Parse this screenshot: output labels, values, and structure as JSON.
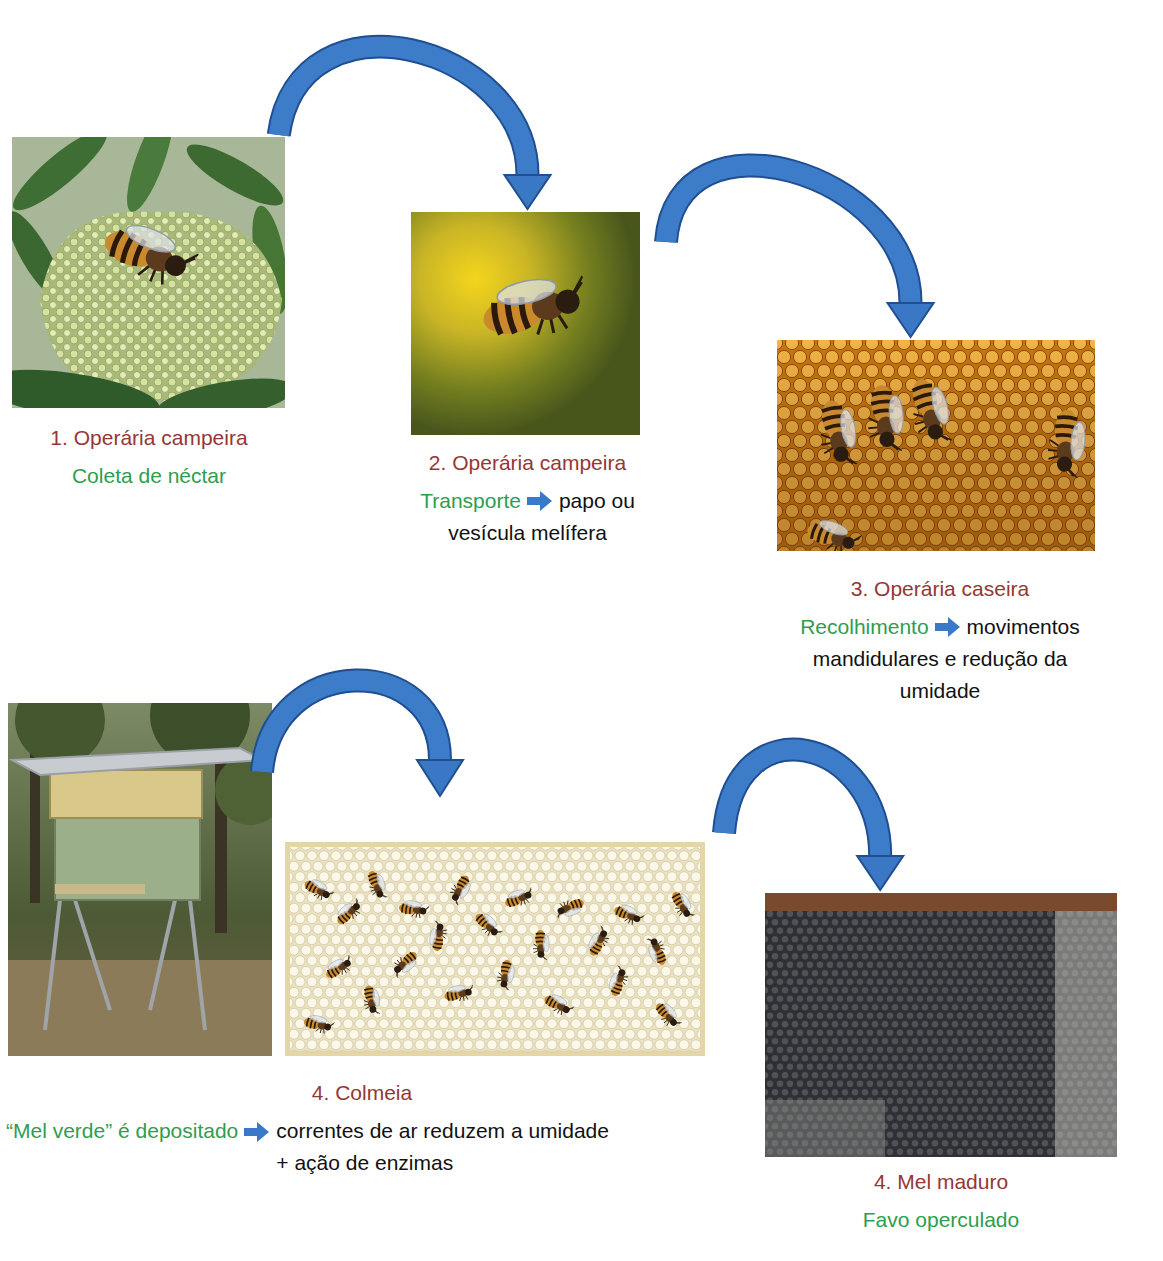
{
  "diagram": {
    "nodes": [
      {
        "text": [
          "1. Operária campeira",
          "Coleta de néctar"
        ]
      },
      {
        "text": [
          "2. Operária campeira",
          "Transporte",
          "papo ou vesícula melífera"
        ]
      },
      {
        "text": [
          "3. Operária caseira",
          "Recolhimento",
          "movimentos mandidulares e redução da umidade"
        ]
      },
      {
        "text": [
          "4. Colmeia",
          "“Mel verde” é depositado",
          "correntes de ar reduzem a umidade + ação de enzimas"
        ]
      },
      {
        "text": [
          "4. Mel maduro",
          "Favo operculado"
        ]
      }
    ],
    "edges": [
      {
        "from": 0,
        "to": 1,
        "arrow": "to"
      },
      {
        "from": 1,
        "to": 2,
        "arrow": "to"
      },
      {
        "from": 3,
        "to": 4,
        "arrow": "to"
      }
    ]
  }
}
